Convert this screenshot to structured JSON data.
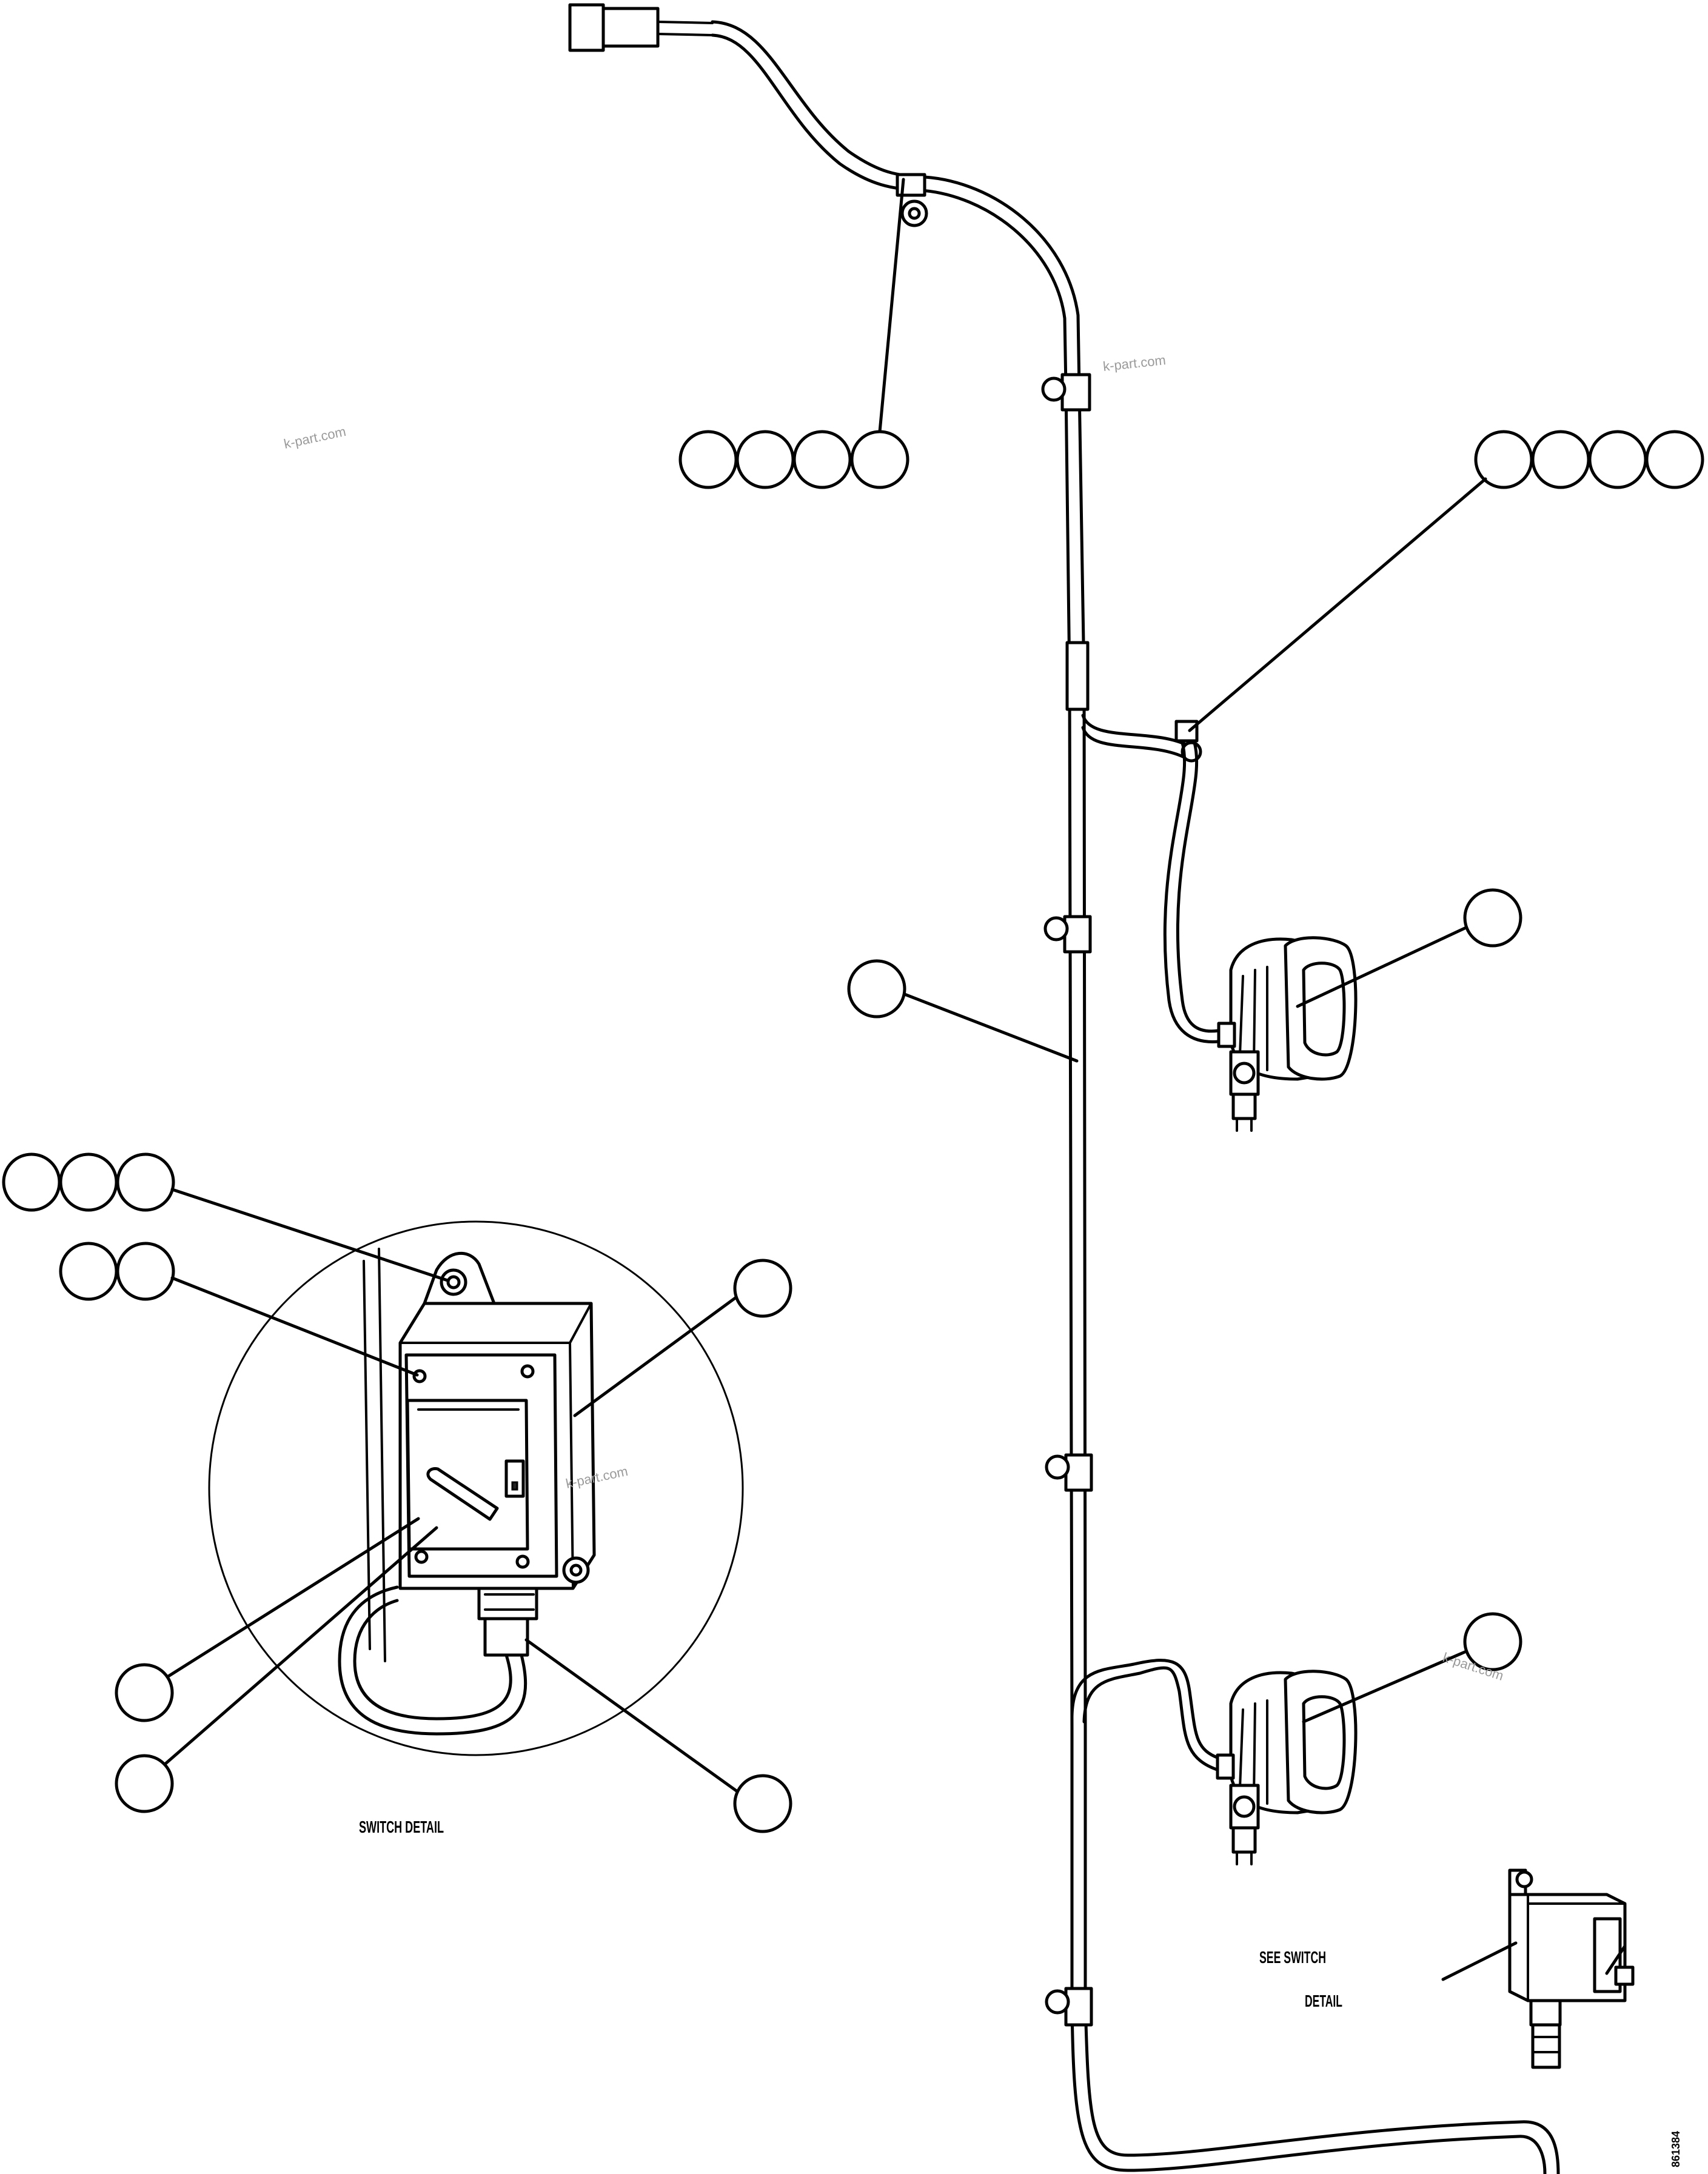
{
  "labels": {
    "switch_detail": "SWITCH DETAIL",
    "see_switch_line1": "SEE SWITCH",
    "see_switch_line2": "DETAIL",
    "figure_number": "861384"
  },
  "watermark": "k-part.com",
  "colors": {
    "line": "#000000",
    "background": "#ffffff",
    "watermark": "#9a9a9a"
  }
}
